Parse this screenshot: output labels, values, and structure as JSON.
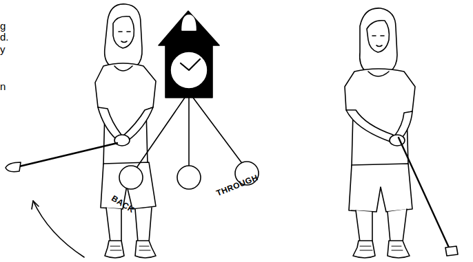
{
  "diagram": {
    "labels": [
      "g",
      "d.",
      "y",
      "n",
      "BACK",
      "THROUGH"
    ]
  }
}
